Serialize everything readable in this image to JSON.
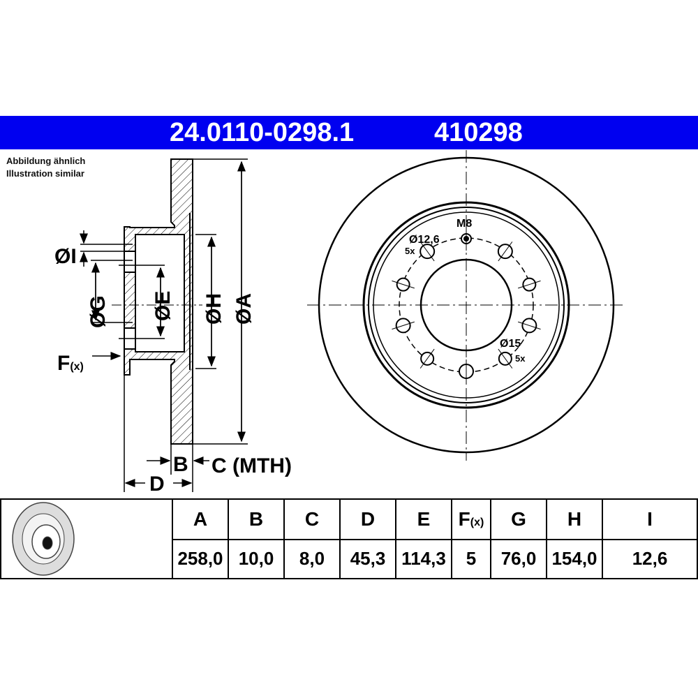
{
  "header": {
    "part_number": "24.0110-0298.1",
    "short_number": "410298",
    "color": "#0000f0"
  },
  "note": {
    "line1": "Abbildung ähnlich",
    "line2": "Illustration similar"
  },
  "side_view": {
    "I": "ØI",
    "G": "ØG",
    "E": "ØE",
    "H": "ØH",
    "A": "ØA",
    "F": "F",
    "F_sub": "(x)",
    "B": "B",
    "C": "C (MTH)",
    "D": "D"
  },
  "front_view": {
    "thread": "M8",
    "small_hole": "Ø12,6",
    "small_count": "5x",
    "large_hole": "Ø15",
    "large_count": "5x"
  },
  "table": {
    "headers": [
      "A",
      "B",
      "C",
      "D",
      "E",
      "F",
      "G",
      "H",
      "I"
    ],
    "f_sub": "(x)",
    "values": [
      "258,0",
      "10,0",
      "8,0",
      "45,3",
      "114,3",
      "5",
      "76,0",
      "154,0",
      "12,6"
    ]
  }
}
